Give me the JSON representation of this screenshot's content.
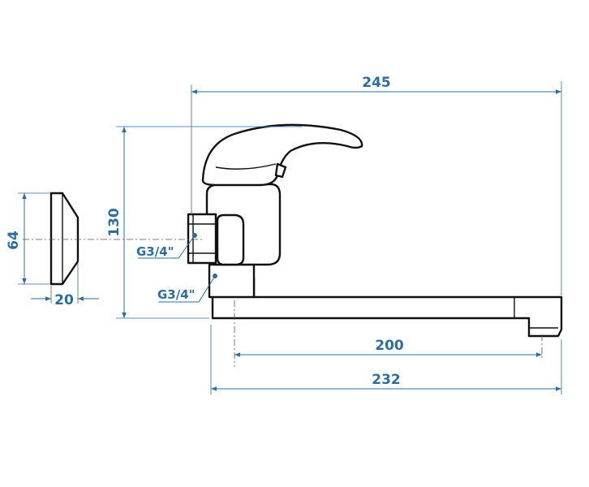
{
  "dimensions": {
    "total_width": "245",
    "height": "130",
    "flange_diameter": "64",
    "flange_depth": "20",
    "spout_reach": "200",
    "spout_length": "232"
  },
  "thread_labels": {
    "upper": "G3/4\"",
    "lower": "G3/4\""
  },
  "colors": {
    "dimension": "#2e6d9e",
    "outline": "#111111"
  }
}
